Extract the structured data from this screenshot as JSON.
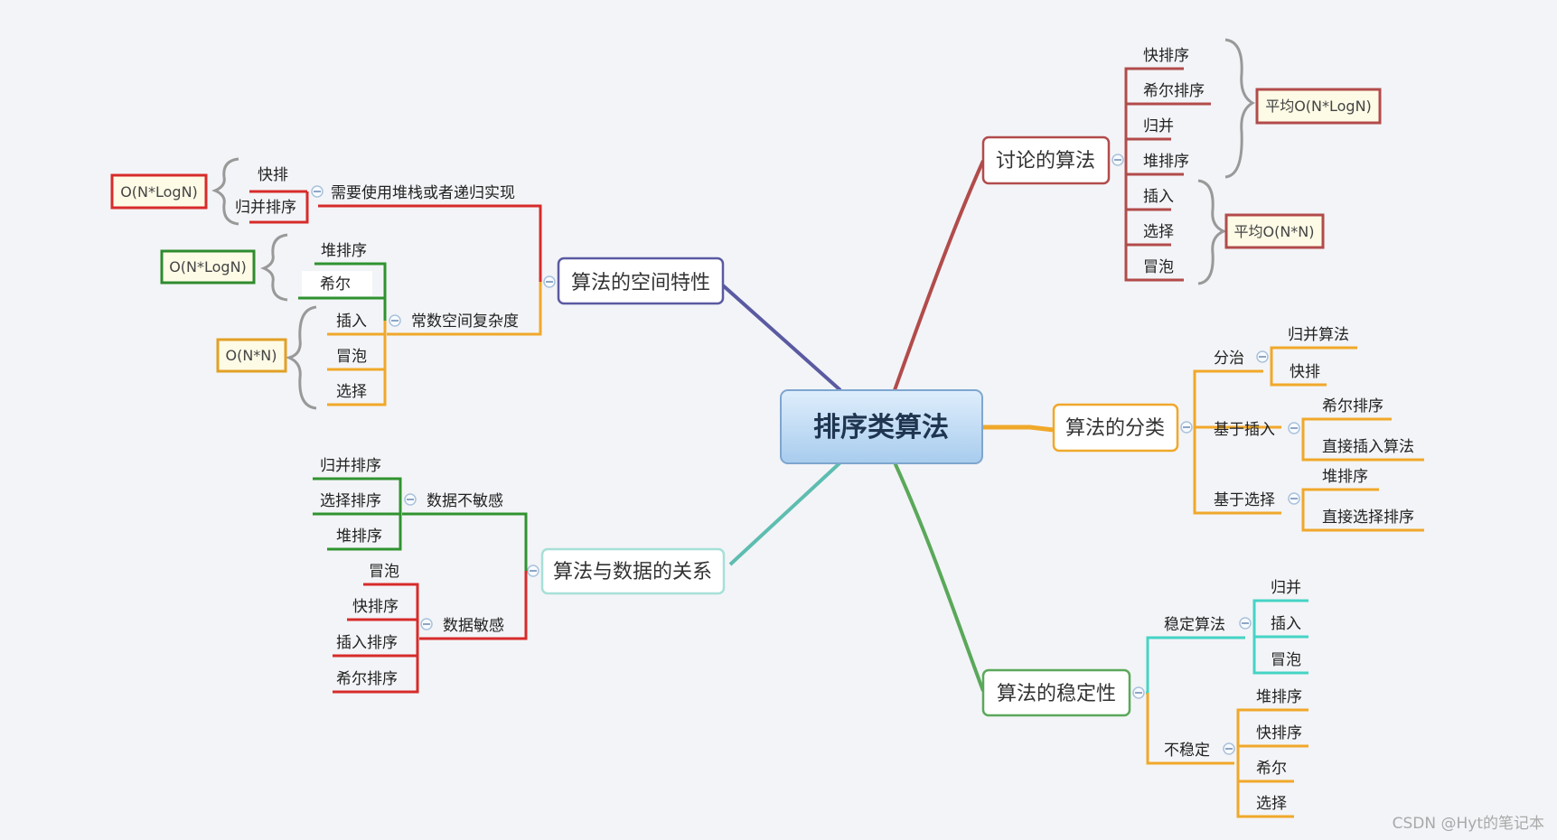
{
  "root": "排序类算法",
  "watermark": "CSDN @Hyt的笔记本",
  "colors": {
    "red": "#d72b2b",
    "dark_red": "#b24b4b",
    "orange": "#f0a82a",
    "green": "#2f932f",
    "teal": "#45d4c6",
    "purple": "#5a5aa2",
    "box_green": "#2e8b2e",
    "box_orange": "#e2a026"
  },
  "branches": {
    "space": {
      "label": "算法的空间特性",
      "sub1": {
        "label": "需要使用堆栈或者递归实现",
        "leaves": [
          "快排",
          "归并排序"
        ],
        "complexity": "O(N*LogN)"
      },
      "sub2": {
        "label": "常数空间复杂度",
        "leaves": [
          "堆排序",
          "希尔",
          "插入",
          "冒泡",
          "选择"
        ],
        "complexity_a": "O(N*LogN)",
        "complexity_b": "O(N*N)"
      }
    },
    "data": {
      "label": "算法与数据的关系",
      "sub1": {
        "label": "数据不敏感",
        "leaves": [
          "归并排序",
          "选择排序",
          "堆排序"
        ]
      },
      "sub2": {
        "label": "数据敏感",
        "leaves": [
          "冒泡",
          "快排序",
          "插入排序",
          "希尔排序"
        ]
      }
    },
    "discuss": {
      "label": "讨论的算法",
      "leaves": [
        "快排序",
        "希尔排序",
        "归并",
        "堆排序",
        "插入",
        "选择",
        "冒泡"
      ],
      "complexity_a": "平均O(N*LogN)",
      "complexity_b": "平均O(N*N)"
    },
    "classify": {
      "label": "算法的分类",
      "sub1": {
        "label": "分治",
        "leaves": [
          "归并算法",
          "快排"
        ]
      },
      "sub2": {
        "label": "基于插入",
        "leaves": [
          "希尔排序",
          "直接插入算法"
        ]
      },
      "sub3": {
        "label": "基于选择",
        "leaves": [
          "堆排序",
          "直接选择排序"
        ]
      }
    },
    "stability": {
      "label": "算法的稳定性",
      "sub1": {
        "label": "稳定算法",
        "leaves": [
          "归并",
          "插入",
          "冒泡"
        ]
      },
      "sub2": {
        "label": "不稳定",
        "leaves": [
          "堆排序",
          "快排序",
          "希尔",
          "选择"
        ]
      }
    }
  }
}
